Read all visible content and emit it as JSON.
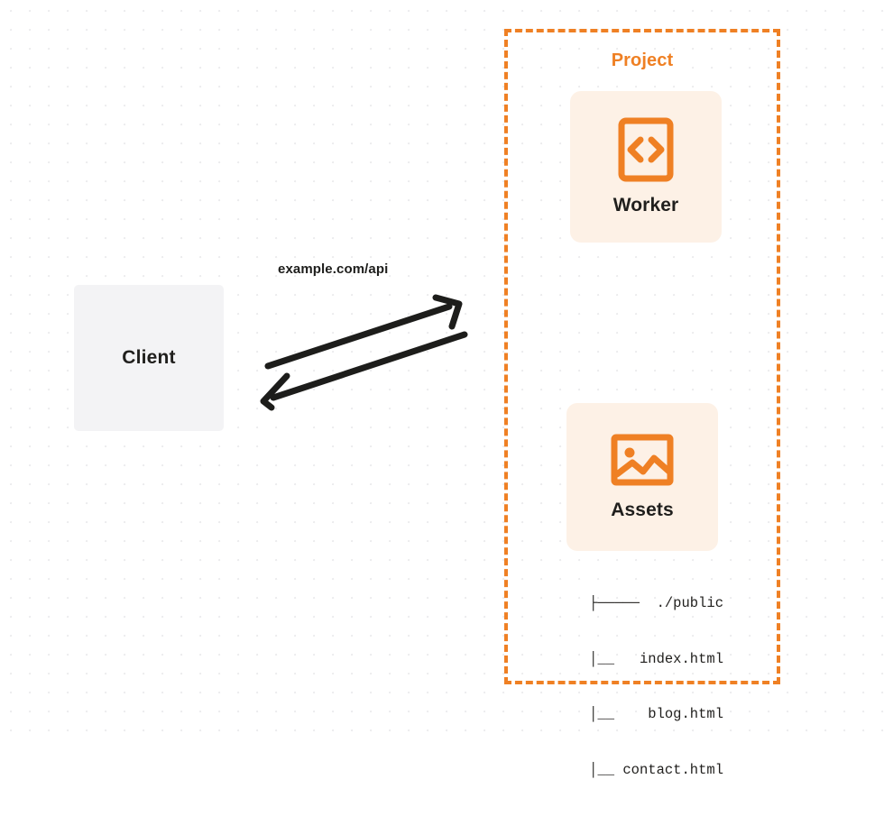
{
  "diagram": {
    "title": "Project",
    "background": {
      "dot_color": "#ececee",
      "page_color": "#ffffff"
    },
    "colors": {
      "accent": "#ef8024",
      "card_fill": "#fdf1e6",
      "client_fill": "#f3f3f5",
      "text": "#201f1d",
      "arrow": "#1d1d1b"
    }
  },
  "client": {
    "label": "Client"
  },
  "connection": {
    "label": "example.com/api",
    "request_arrow": "arrow-right",
    "response_arrow": "arrow-left"
  },
  "project": {
    "label": "Project",
    "cards": [
      {
        "id": "worker",
        "label": "Worker",
        "icon": "code-brackets-icon"
      },
      {
        "id": "assets",
        "label": "Assets",
        "icon": "image-icon"
      }
    ]
  },
  "file_tree": {
    "rows": [
      {
        "prefix": "├─────",
        "name": "./public"
      },
      {
        "prefix": "  │__",
        "name": "index.html"
      },
      {
        "prefix": "  │__",
        "name": "blog.html"
      },
      {
        "prefix": "  │__",
        "name": "contact.html"
      }
    ],
    "lines": [
      "├─────  ./public",
      "  │__   index.html",
      "  │__    blog.html",
      "  │__ contact.html"
    ]
  }
}
